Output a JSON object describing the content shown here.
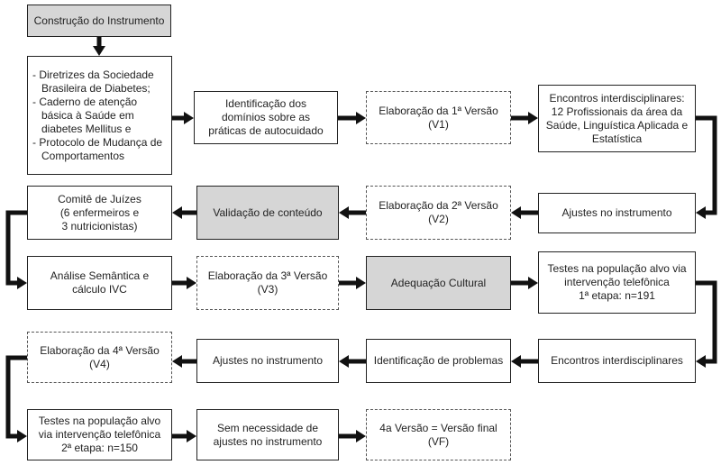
{
  "boxes": {
    "construcao": "Construção do Instrumento",
    "fontes": [
      "- Diretrizes da Sociedade Brasileira de Diabetes;",
      "- Caderno de atenção básica à Saúde em diabetes Mellitus e",
      "- Protocolo de Mudança de Comportamentos"
    ],
    "identificacao_dominios": [
      "Identificação dos",
      "domínios sobre as",
      "práticas de autocuidado"
    ],
    "elaboracao_v1": "Elaboração da 1ª Versão (V1)",
    "encontros_1": [
      "Encontros interdisciplinares:",
      "12 Profissionais da área da",
      "Saúde, Linguística Aplicada e",
      "Estatística"
    ],
    "ajustes_1": "Ajustes no instrumento",
    "elaboracao_v2": "Elaboração da 2ª Versão (V2)",
    "validacao": "Validação de conteúdo",
    "comite": [
      "Comitê de Juízes",
      "(6 enfermeiros e",
      "3 nutricionistas)"
    ],
    "analise": [
      "Análise Semântica e",
      "cálculo IVC"
    ],
    "elaboracao_v3": "Elaboração da 3ª Versão (V3)",
    "adequacao": "Adequação Cultural",
    "testes_1": [
      "Testes na população alvo via",
      "intervenção telefônica",
      "1ª etapa: n=191"
    ],
    "encontros_2": "Encontros interdisciplinares",
    "identificacao_problemas": "Identificação de problemas",
    "ajustes_2": "Ajustes no instrumento",
    "elaboracao_v4": "Elaboração da 4ª Versão (V4)",
    "testes_2": [
      "Testes na população alvo",
      "via intervenção telefônica",
      "2ª etapa: n=150"
    ],
    "sem_necessidade": [
      "Sem necessidade de",
      "ajustes no instrumento"
    ],
    "versao_final": "4a Versão = Versão final (VF)"
  }
}
